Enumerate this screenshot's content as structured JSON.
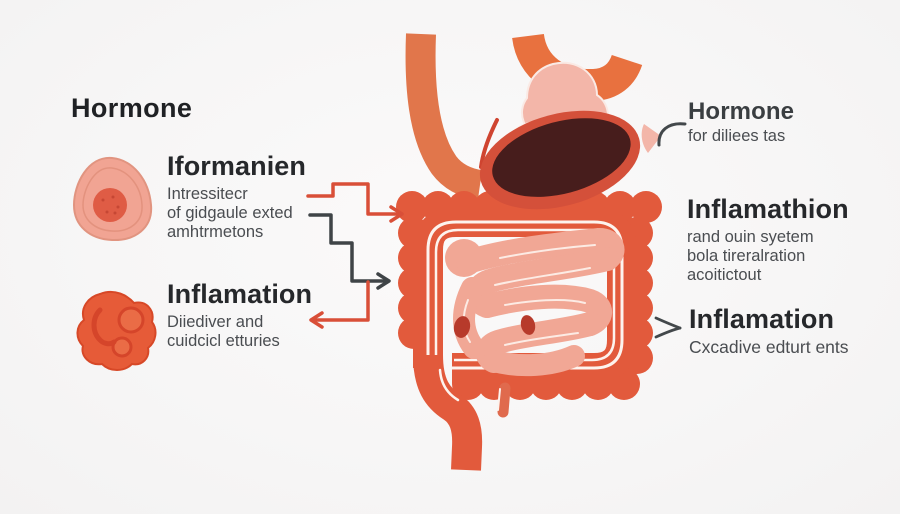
{
  "left": {
    "title": "Hormone",
    "blocks": [
      {
        "icon": "cell-icon",
        "heading": "Iformanien",
        "lines": [
          "Intressitecr",
          "of gidgaule exted",
          "amhtrmetons"
        ]
      },
      {
        "icon": "inflamed-cell-icon",
        "heading": "Inflamation",
        "lines": [
          "Diiediver and",
          "cuidcicl etturies"
        ]
      }
    ]
  },
  "right": {
    "blocks": [
      {
        "marker": "curve-icon",
        "heading": "Hormone",
        "lines": [
          "for diliees tas"
        ]
      },
      {
        "marker": "",
        "heading": "Inflamathion",
        "lines": [
          "rand ouin syetem",
          "bola tireralration",
          "acoitictout"
        ]
      },
      {
        "marker": "chevron-icon",
        "heading": "Inflamation",
        "lines": [
          "Cxcadive edturt ents"
        ]
      }
    ]
  },
  "illustration": {
    "name": "digestive-system-illustration",
    "parts": [
      "esophagus",
      "stomach",
      "pancreas-blob",
      "large-intestine",
      "small-intestine",
      "rectum",
      "appendix"
    ]
  },
  "colors": {
    "background": "#f7f6f6",
    "heading_text": "#26282b",
    "body_text": "#4a4d51",
    "red_arrow": "#d94f38",
    "dark_arrow": "#3f4447",
    "organ_orange": "#e8713f",
    "intestine_red": "#e25a3c",
    "stomach_border": "#d4503a",
    "stomach_dark": "#471d1c",
    "soft_pink": "#f1a795",
    "pale_pink": "#f3b6a9"
  }
}
